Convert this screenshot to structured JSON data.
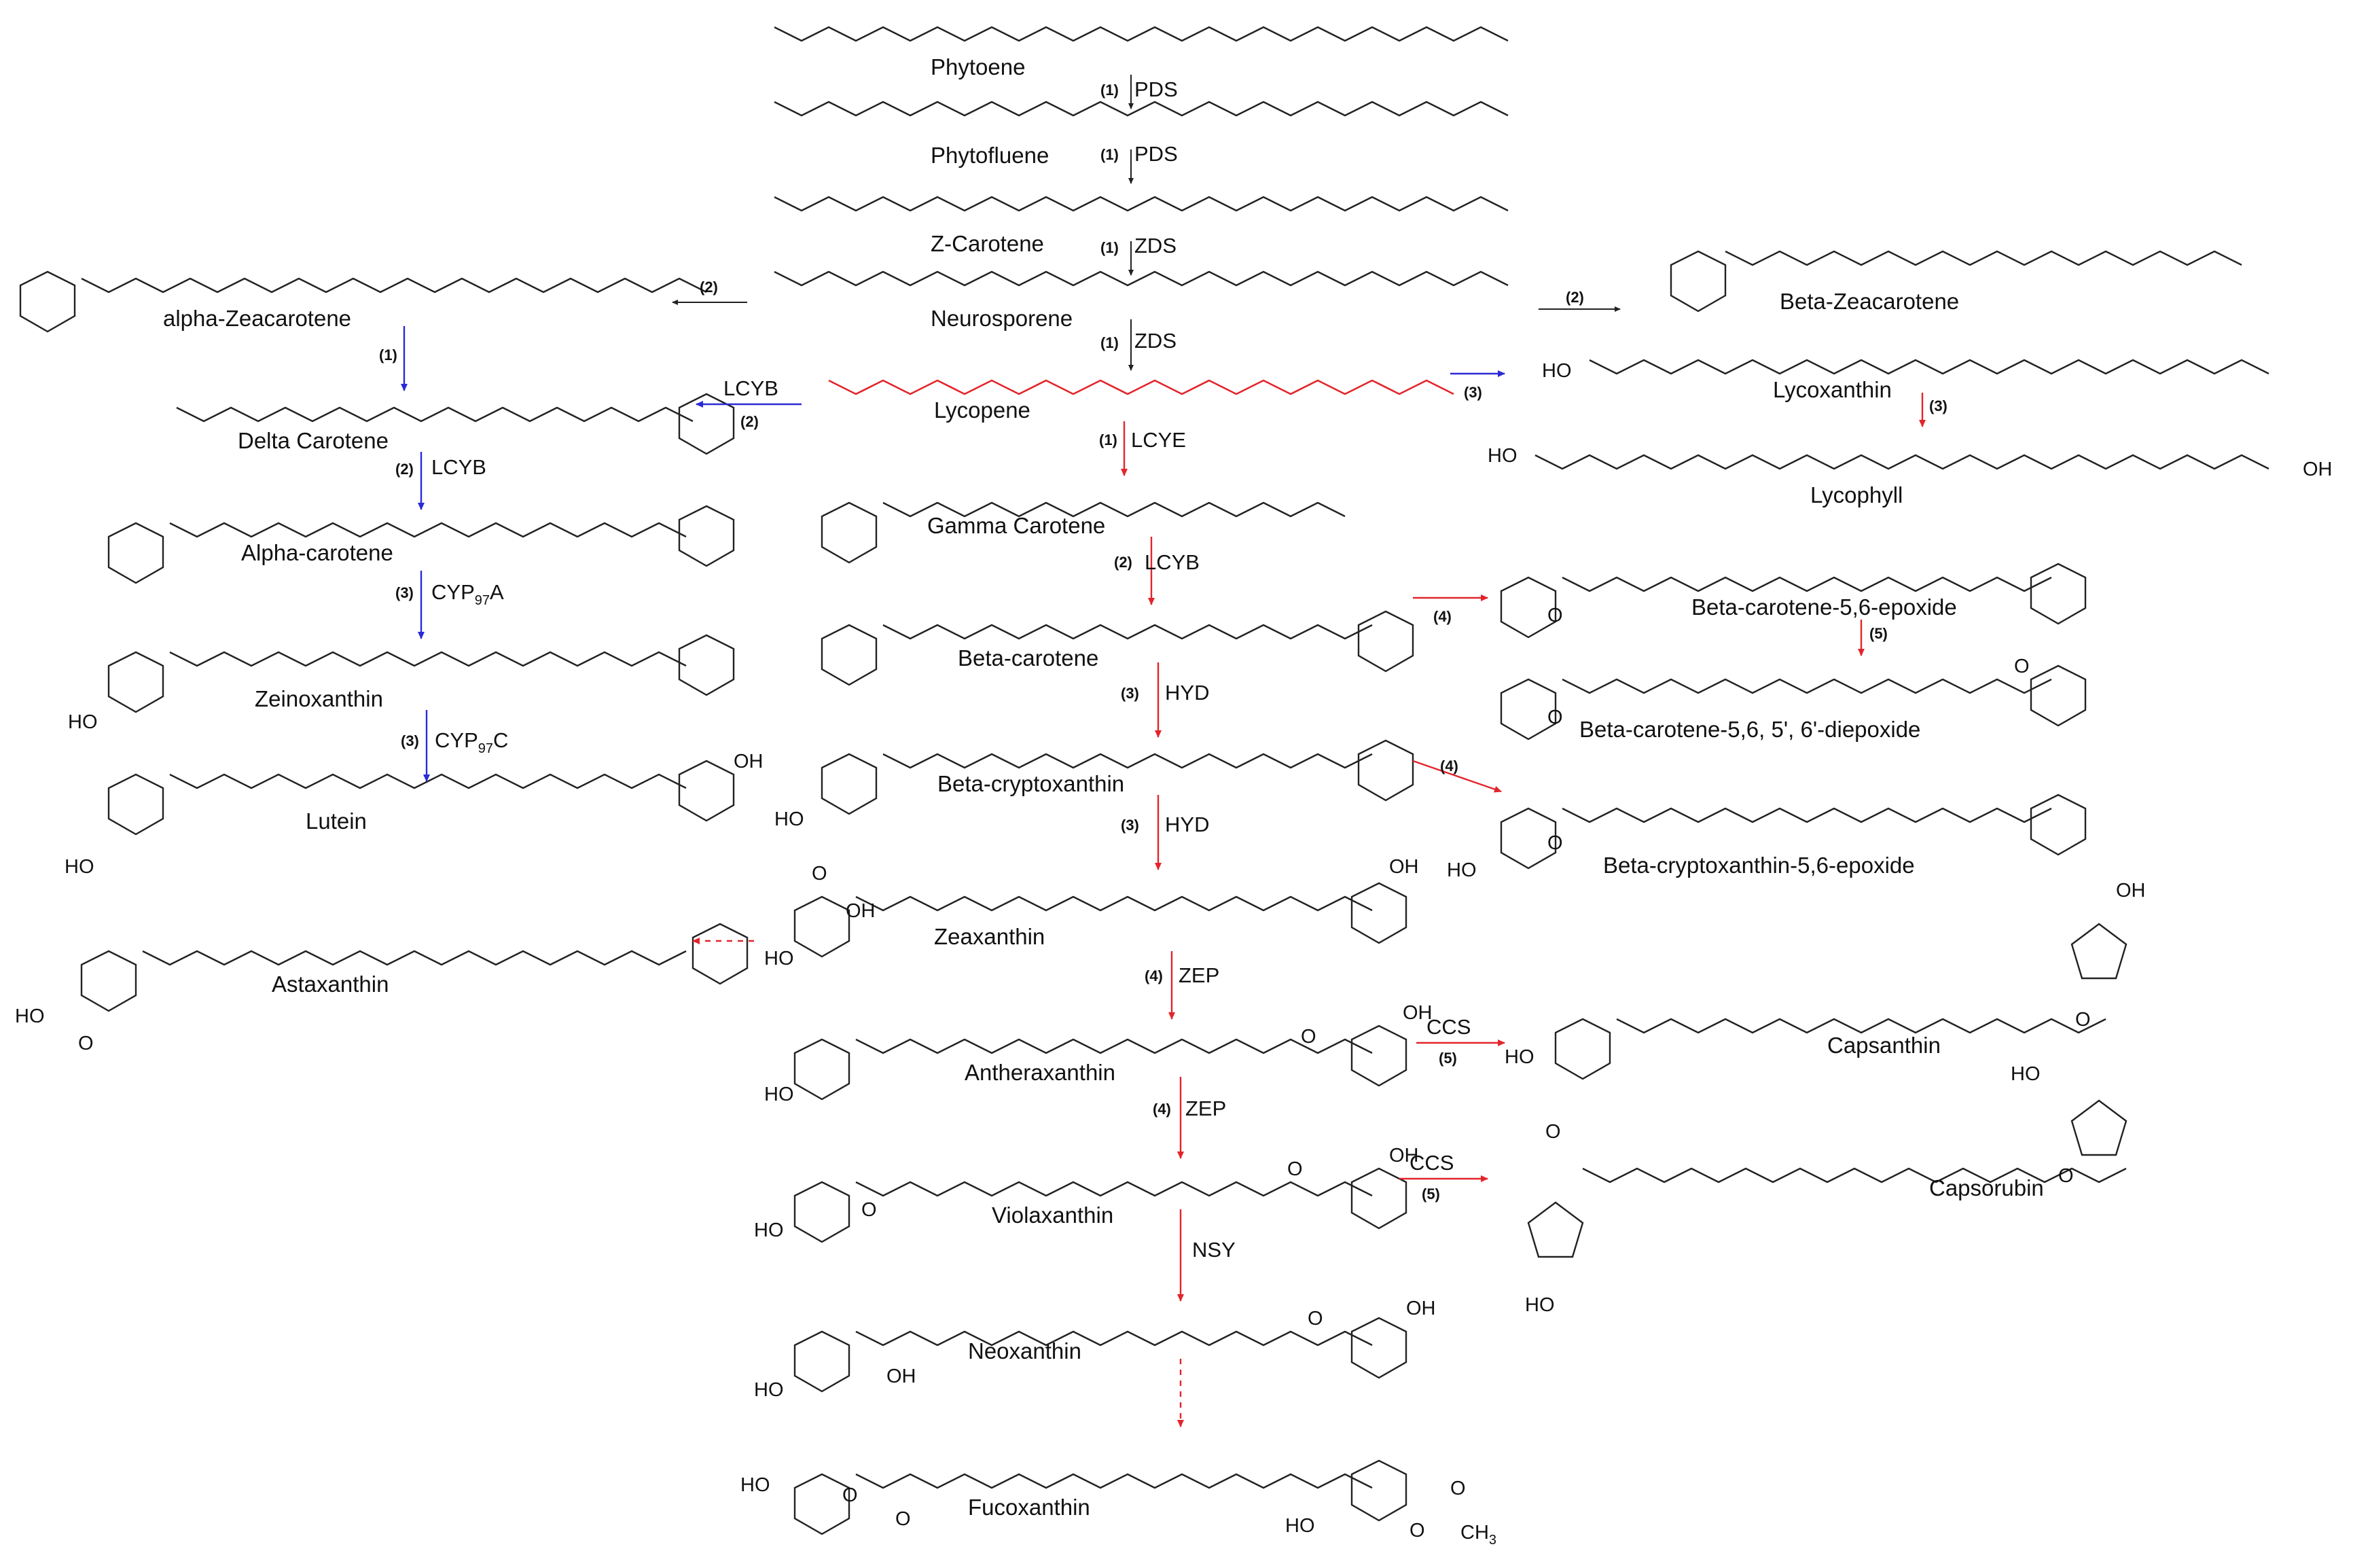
{
  "colors": {
    "black": "#222222",
    "red": "#e2252b",
    "blue": "#2a2ad6"
  },
  "compounds": {
    "phytoene": "Phytoene",
    "phytofluene": "Phytofluene",
    "z_carotene": "Z-Carotene",
    "neurosporene": "Neurosporene",
    "lycopene": "Lycopene",
    "alpha_zeacarotene": "alpha-Zeacarotene",
    "beta_zeacarotene": "Beta-Zeacarotene",
    "delta_carotene": "Delta Carotene",
    "alpha_carotene": "Alpha-carotene",
    "zeinoxanthin": "Zeinoxanthin",
    "lutein": "Lutein",
    "astaxanthin": "Astaxanthin",
    "gamma_carotene": "Gamma Carotene",
    "beta_carotene": "Beta-carotene",
    "beta_cryptoxanthin": "Beta-cryptoxanthin",
    "zeaxanthin": "Zeaxanthin",
    "antheraxanthin": "Antheraxanthin",
    "violaxanthin": "Violaxanthin",
    "neoxanthin": "Neoxanthin",
    "fucoxanthin": "Fucoxanthin",
    "lycoxanthin": "Lycoxanthin",
    "lycophyll": "Lycophyll",
    "bc_epoxide": "Beta-carotene-5,6-epoxide",
    "bc_diepoxide": "Beta-carotene-5,6, 5', 6'-diepoxide",
    "bcx_epoxide": "Beta-cryptoxanthin-5,6-epoxide",
    "capsanthin": "Capsanthin",
    "capsorubin": "Capsorubin"
  },
  "enzymes": {
    "pds": "PDS",
    "zds": "ZDS",
    "lcyb": "LCYB",
    "lcye": "LCYE",
    "hyd": "HYD",
    "zep": "ZEP",
    "nsy": "NSY",
    "ccs": "CCS",
    "cyp97a_base": "CYP",
    "cyp97a_sub": "97",
    "cyp97a_suffix": "A",
    "cyp97c_base": "CYP",
    "cyp97c_sub": "97",
    "cyp97c_suffix": "C"
  },
  "steps": {
    "s1": "(1)",
    "s2": "(2)",
    "s3": "(3)",
    "s4": "(4)",
    "s5": "(5)"
  },
  "atoms": {
    "ho": "HO",
    "oh": "OH",
    "o": "O",
    "ch3_base": "CH",
    "ch3_sub": "3"
  }
}
